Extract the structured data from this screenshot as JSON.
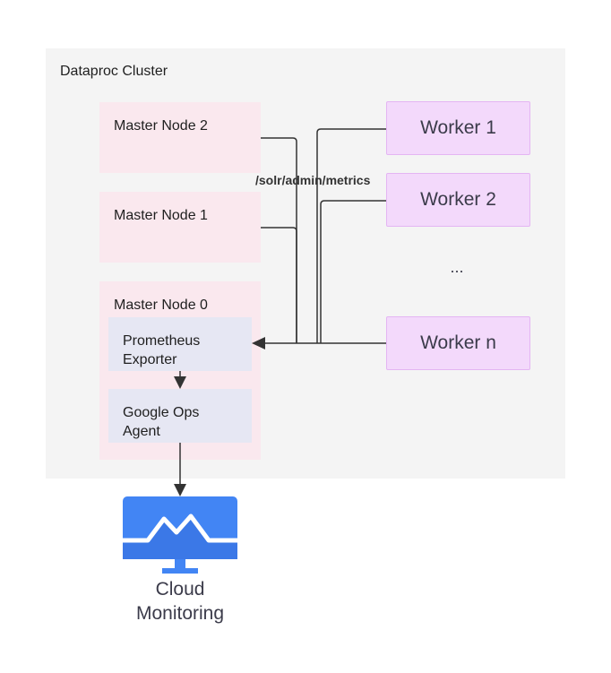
{
  "cluster": {
    "label": "Dataproc Cluster"
  },
  "masters": {
    "node2": "Master Node 2",
    "node1": "Master Node 1",
    "node0": "Master Node 0"
  },
  "components": {
    "exporter": "Prometheus\nExporter",
    "ops_agent": "Google Ops\nAgent"
  },
  "workers": {
    "w1": "Worker 1",
    "w2": "Worker 2",
    "ellipsis": "...",
    "wn": "Worker n"
  },
  "endpoint": "/solr/admin/metrics",
  "cloud_monitoring": {
    "label": "Cloud\nMonitoring",
    "icon": "monitor-chart-icon"
  },
  "colors": {
    "cluster_bg": "#f4f4f4",
    "master_bg": "#fae8ee",
    "inner_bg": "#e6e7f3",
    "worker_bg": "#f3d9fb",
    "worker_border": "#e4b5f3",
    "monitor_blue": "#4285f4",
    "connector": "#333333"
  }
}
